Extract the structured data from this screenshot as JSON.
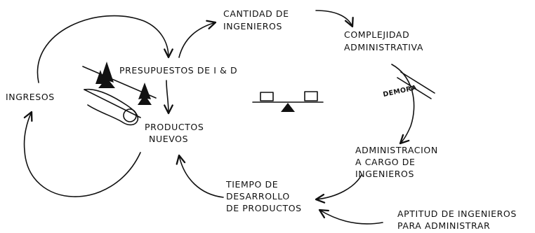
{
  "variables": {
    "ingresos": "INGRESOS",
    "presupuestos": "PRESUPUESTOS DE I & D",
    "productos_line1": "PRODUCTOS",
    "productos_line2": "NUEVOS",
    "cantidad_line1": "CANTIDAD DE",
    "cantidad_line2": "INGENIEROS",
    "complejidad_line1": "COMPLEJIDAD",
    "complejidad_line2": "ADMINISTRATIVA",
    "administracion_line1": "ADMINISTRACION",
    "administracion_line2": "A CARGO DE",
    "administracion_line3": "INGENIEROS",
    "tiempo_line1": "TIEMPO DE",
    "tiempo_line2": "DESARROLLO",
    "tiempo_line3": "DE PRODUCTOS",
    "aptitud_line1": "APTITUD DE INGENIEROS",
    "aptitud_line2": "PARA ADMINISTRAR"
  },
  "delay_label": "DEMORA",
  "icons": {
    "reinforcing_loop": "snowball-rolling-downhill-icon",
    "balancing_loop": "balance-seesaw-icon"
  }
}
